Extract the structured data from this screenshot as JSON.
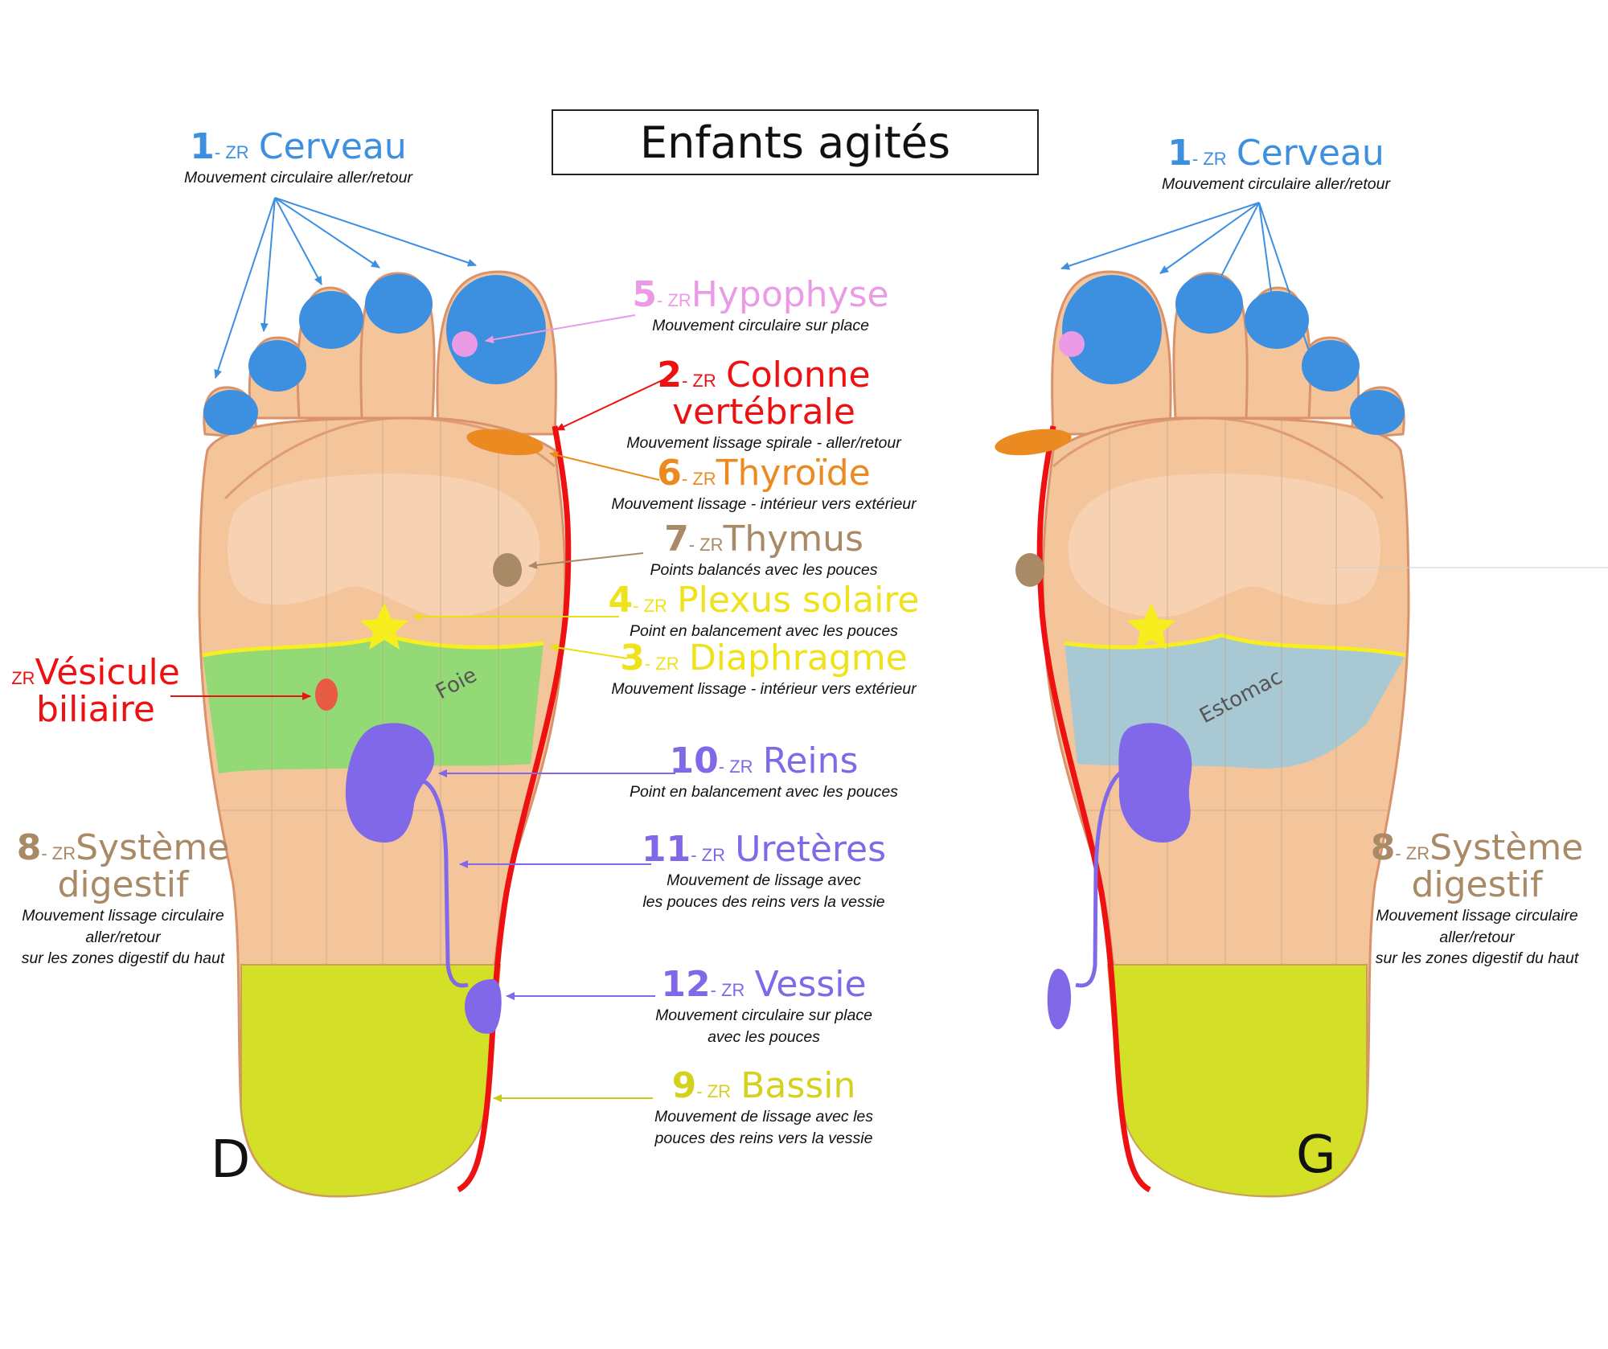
{
  "title": "Enfants agités",
  "sides": {
    "right": "D",
    "left": "G"
  },
  "zones_text": {
    "foie": "Foie",
    "estomac": "Estomac"
  },
  "colors": {
    "skin": "#f4c49a",
    "skin_outline": "#d9926a",
    "toe_zone": "#3d8fe0",
    "hypophyse": "#eb9be6",
    "spine": "#ee1111",
    "thyroide": "#ec8a22",
    "thymus": "#a98a67",
    "plexus": "#f6ee1f",
    "foie": "#93d976",
    "estomac": "#a8c8d4",
    "reins": "#8068e8",
    "bassin": "#d4e028",
    "vesicule": "#e85a44"
  },
  "labels": {
    "cerveau": {
      "num": "1",
      "sep": "- ZR",
      "name": "Cerveau",
      "desc": "Mouvement circulaire aller/retour",
      "color": "#3d8fe0"
    },
    "hypophyse": {
      "num": "5",
      "sep": "- ZR",
      "name": "Hypophyse",
      "desc": "Mouvement circulaire sur place",
      "color": "#eb9be6"
    },
    "colonne": {
      "num": "2",
      "sep": "- ZR",
      "name": "Colonne",
      "name2": "vertébrale",
      "desc": "Mouvement lissage spirale - aller/retour",
      "color": "#ee1111"
    },
    "thyroide": {
      "num": "6",
      "sep": "- ZR",
      "name": "Thyroïde",
      "desc": "Mouvement lissage - intérieur vers extérieur",
      "color": "#ec8a22"
    },
    "thymus": {
      "num": "7",
      "sep": "- ZR",
      "name": "Thymus",
      "desc": "Points balancés avec les pouces",
      "color": "#a98a67"
    },
    "plexus": {
      "num": "4",
      "sep": "- ZR",
      "name": "Plexus solaire",
      "desc": "Point en balancement avec les pouces",
      "color": "#f0e21a"
    },
    "diaphragme": {
      "num": "3",
      "sep": "- ZR",
      "name": "Diaphragme",
      "desc": "Mouvement lissage - intérieur vers extérieur",
      "color": "#f0e21a"
    },
    "vesicule": {
      "zr": "ZR",
      "name": "Vésicule",
      "name2": "biliaire",
      "color": "#ee1111"
    },
    "reins": {
      "num": "10",
      "sep": "- ZR",
      "name": "Reins",
      "desc": "Point en balancement avec les pouces",
      "color": "#8068e8"
    },
    "ureteres": {
      "num": "11",
      "sep": "- ZR",
      "name": "Uretères",
      "desc1": "Mouvement de lissage avec",
      "desc2": "les pouces des reins vers la vessie",
      "color": "#8068e8"
    },
    "vessie": {
      "num": "12",
      "sep": "- ZR",
      "name": "Vessie",
      "desc1": "Mouvement circulaire sur place",
      "desc2": "avec les pouces",
      "color": "#8068e8"
    },
    "bassin": {
      "num": "9",
      "sep": "- ZR",
      "name": "Bassin",
      "desc1": "Mouvement de lissage avec les",
      "desc2": "pouces des reins vers la vessie",
      "color": "#d4d21f"
    },
    "digestif": {
      "num": "8",
      "sep": "- ZR",
      "name": "Système",
      "name2": "digestif",
      "desc1": "Mouvement lissage circulaire",
      "desc2": "aller/retour",
      "desc3": "sur les zones digestif du haut",
      "color": "#a98a67"
    }
  }
}
